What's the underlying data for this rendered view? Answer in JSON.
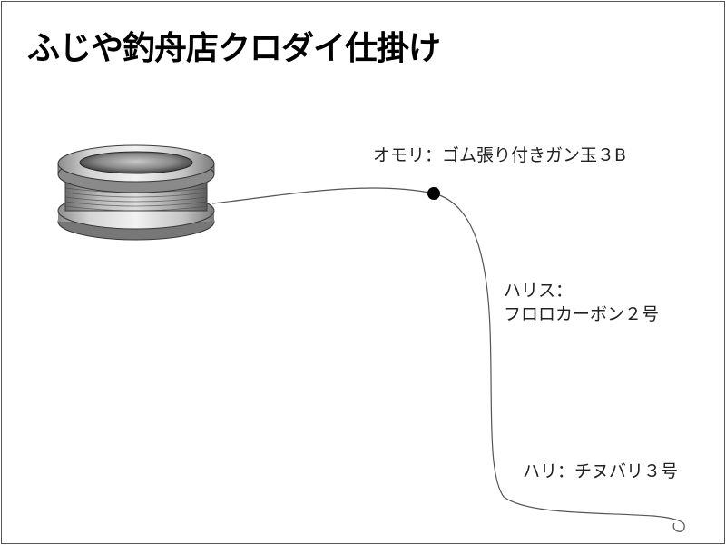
{
  "title": "ふじや釣舟店クロダイ仕掛け",
  "labels": {
    "sinker": "オモリ：ゴム張り付きガン玉３B",
    "leader_title": "ハリス：",
    "leader_material": "フロロカーボン２号",
    "hook": "ハリ：チヌバリ３号"
  },
  "colors": {
    "line": "#555555",
    "sinker": "#000000",
    "spool_light": "#e6e6e6",
    "spool_mid": "#9a9a9a",
    "spool_dark": "#3a3a3a"
  },
  "icons": {
    "spool": "line-spool-icon",
    "sinker": "split-shot-sinker-icon",
    "hook": "fishing-hook-icon"
  }
}
